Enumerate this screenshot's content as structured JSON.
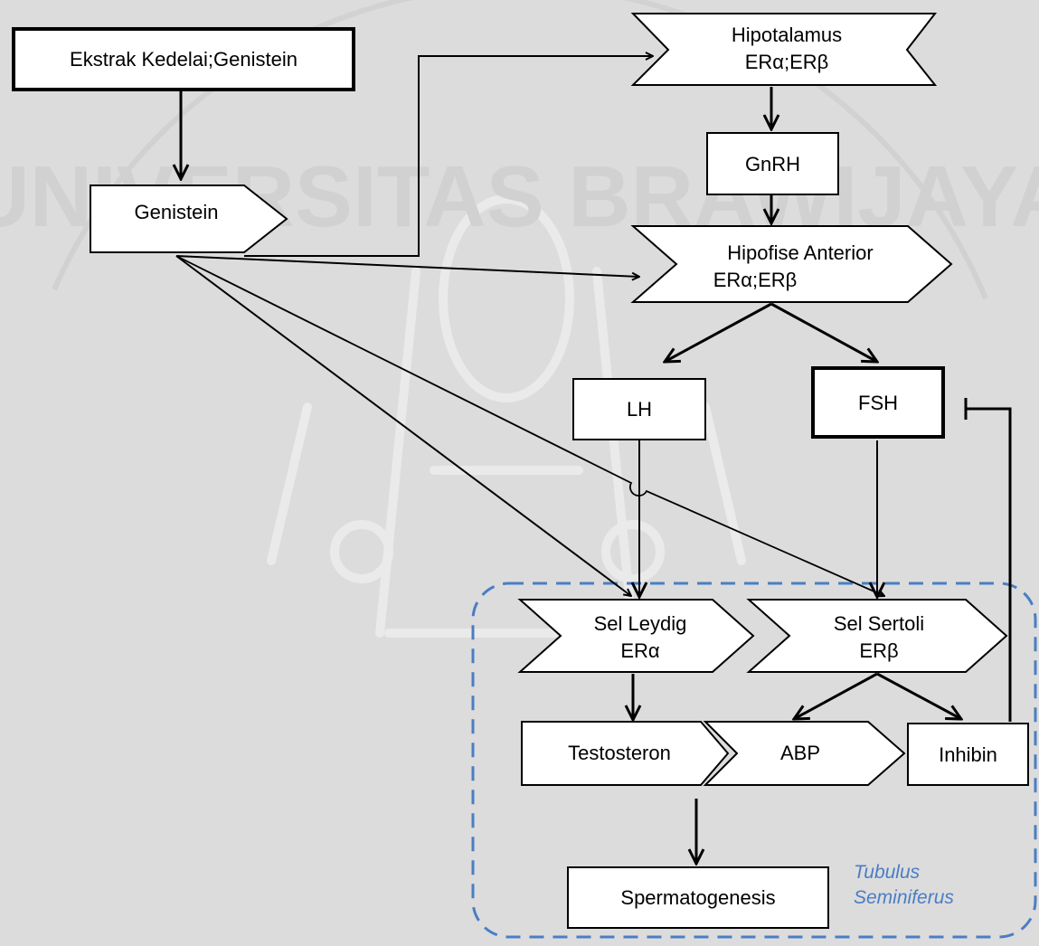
{
  "nodes": {
    "ekstrak": "Ekstrak Kedelai;Genistein",
    "genistein": "Genistein",
    "hipotalamus": {
      "line1": "Hipotalamus",
      "line2": "ERα;ERβ"
    },
    "gnrh": "GnRH",
    "hipofise": {
      "line1": "Hipofise Anterior",
      "line2": "ERα;ERβ"
    },
    "lh": "LH",
    "fsh": "FSH",
    "leydig": {
      "line1": "Sel Leydig",
      "line2": "ERα"
    },
    "sertoli": {
      "line1": "Sel Sertoli",
      "line2": "ERβ"
    },
    "testosteron": "Testosteron",
    "abp": "ABP",
    "inhibin": "Inhibin",
    "spermatogenesis": "Spermatogenesis"
  },
  "region": {
    "line1": "Tubulus",
    "line2": "Seminiferus"
  },
  "colors": {
    "region_border": "#4a7ec3",
    "region_label": "#4a7ec3",
    "background": "#dcdcdc",
    "watermark": "#cfcfcf"
  },
  "watermark": {
    "text": "UNIVERSITAS BRAWIJAYA",
    "icon": "university-seal-icon"
  }
}
